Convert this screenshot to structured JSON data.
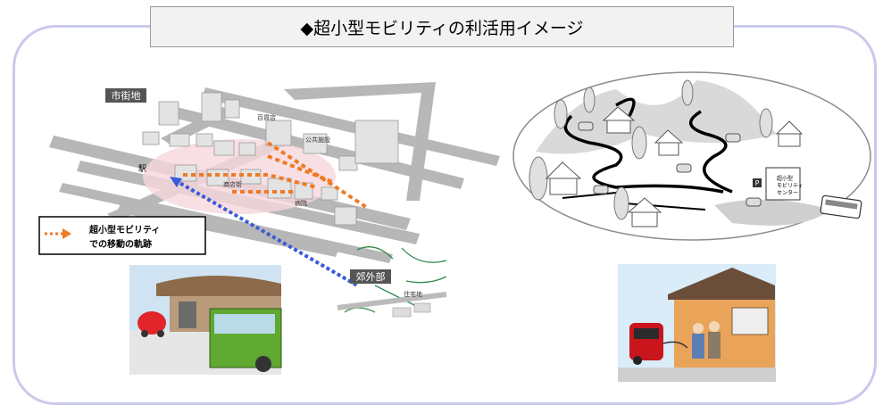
{
  "title": "◆超小型モビリティの利活用イメージ",
  "city": {
    "area_label": "市街地",
    "dept_store": "百貨店",
    "public_facility": "公共施設",
    "shopping_street": "商店街",
    "hospital": "病院",
    "station": "駅"
  },
  "suburb": {
    "area_label": "郊外部",
    "residential": "住宅地"
  },
  "legend": {
    "line1": "超小型モビリティ",
    "line2": "での移動の軌跡"
  },
  "mountain": {
    "center_line1": "超小型",
    "center_line2": "モビリティ",
    "center_line3": "センター",
    "parking_sign": "P"
  },
  "colors": {
    "frame": "#c9c9ec",
    "route_orange": "#f07a22",
    "route_blue": "#3a5bd8",
    "road": "#b9b9b9"
  }
}
